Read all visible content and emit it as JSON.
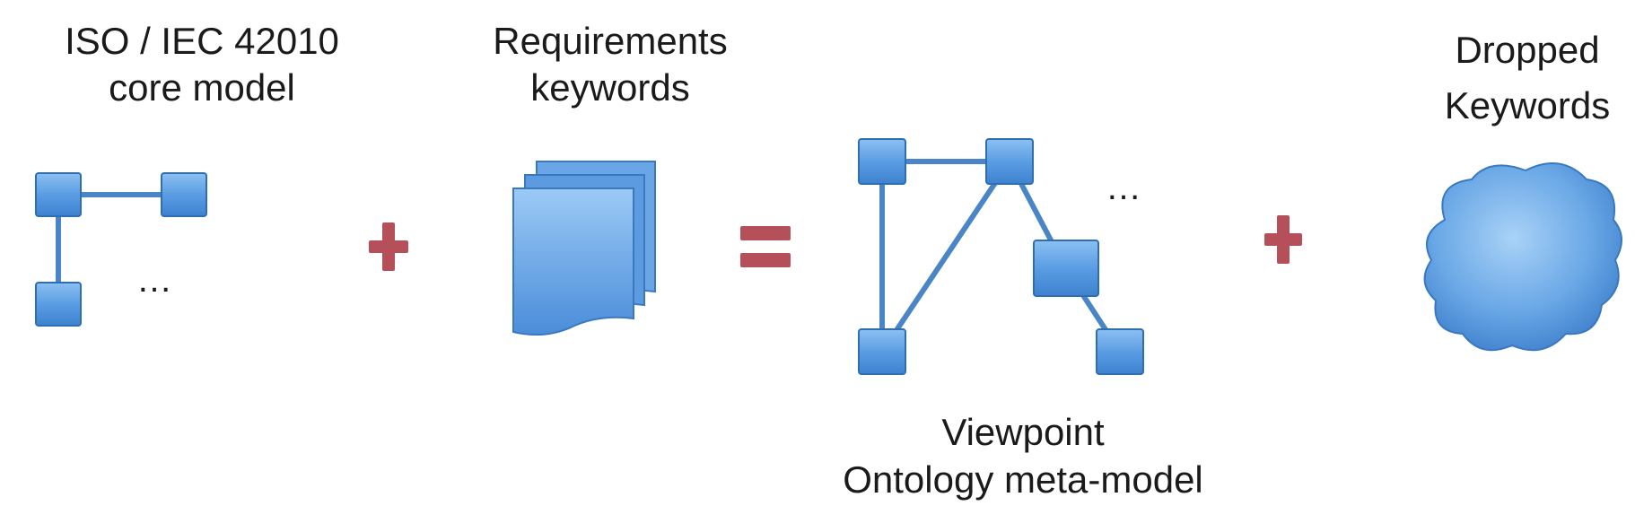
{
  "labels": {
    "core_model": [
      "ISO / IEC 42010",
      "core model"
    ],
    "requirements": [
      "Requirements",
      "keywords"
    ],
    "viewpoint": [
      "Viewpoint",
      "Ontology meta-model"
    ],
    "dropped": [
      "Dropped",
      "Keywords"
    ]
  },
  "ellipsis": "…",
  "colors": {
    "node_fill": "#5b9de3",
    "node_stroke": "#2f6fb0",
    "edge": "#4a86c7",
    "operator": "#b5505a",
    "text": "#1a1a1a"
  },
  "icons": {
    "operators": [
      "plus-icon",
      "equals-icon",
      "plus-icon"
    ],
    "document_stack": "document-stack-icon",
    "cloud": "cloud-icon"
  }
}
